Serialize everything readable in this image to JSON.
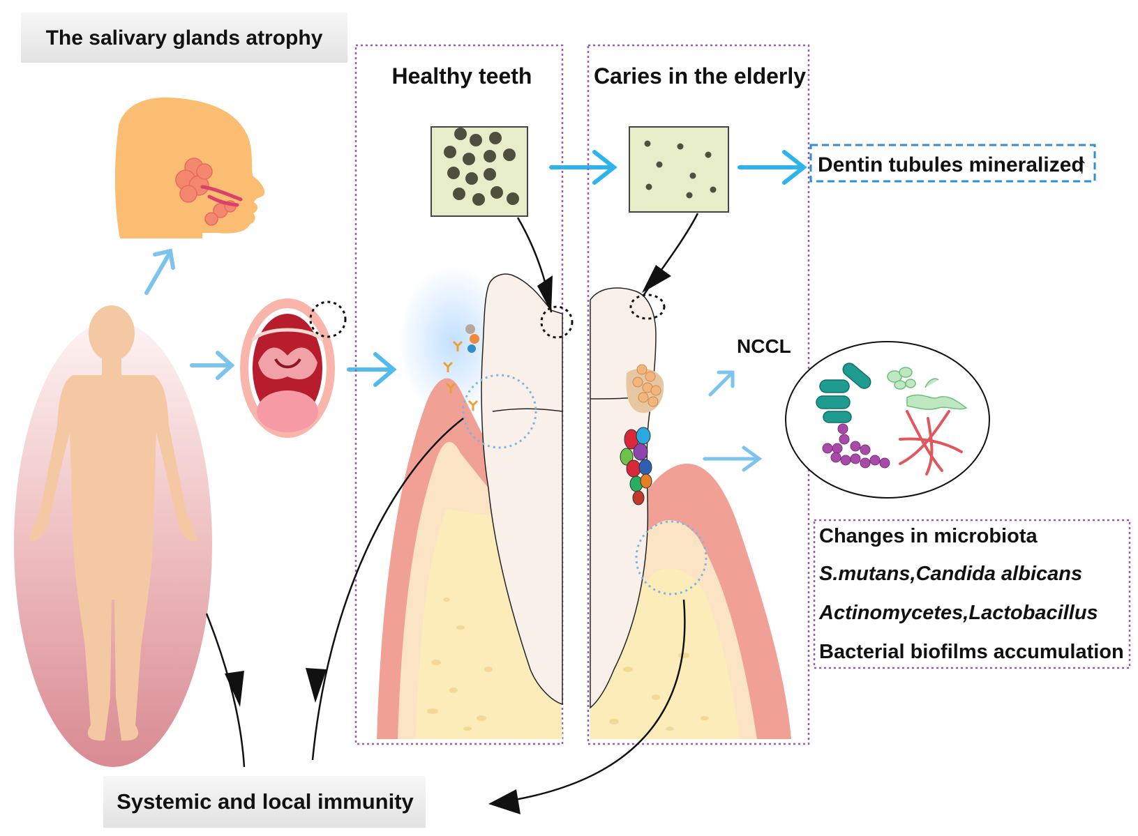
{
  "labels": {
    "salivary": "The salivary glands atrophy",
    "healthy": "Healthy teeth",
    "caries": "Caries in the elderly",
    "dentin": "Dentin tubules mineralized",
    "dentin_arrow": "↑",
    "nccl": "NCCL",
    "immunity": "Systemic and local immunity"
  },
  "microbiota": {
    "title": "Changes in microbiota",
    "species_1": "S.mutans,Candida albicans",
    "species_2": "Actinomycetes,Lactobacillus",
    "biofilm": "Bacterial biofilms accumulation"
  },
  "colors": {
    "arrow_blue": "#3fb8ec",
    "dotted_purple": "#9b59b6",
    "skin": "#f8c9a0",
    "gum": "#f2a59a",
    "tooth": "#faf3ee",
    "bone": "#fbecc0",
    "dentin_square": "#e7ecc9",
    "label_bg": "#efefef"
  }
}
